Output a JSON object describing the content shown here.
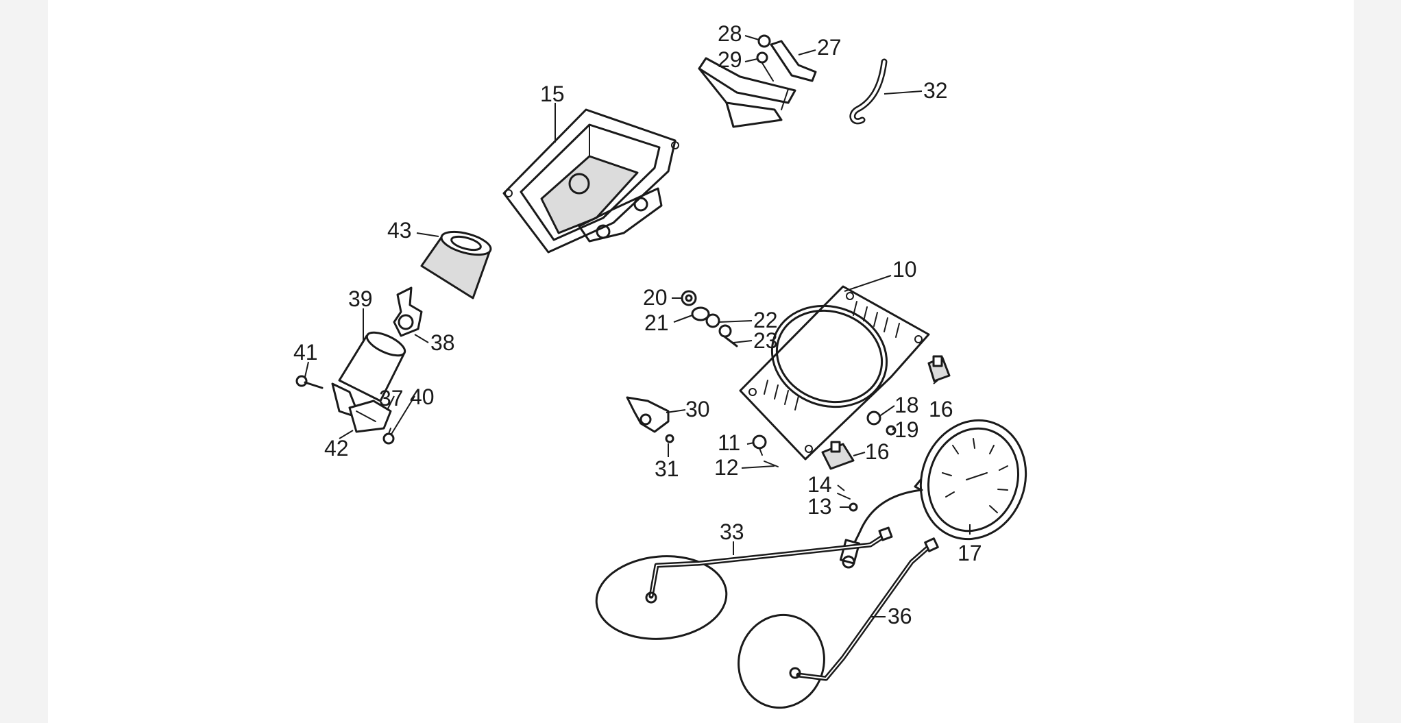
{
  "diagram": {
    "parts": [
      {
        "key": "p28",
        "number": "28"
      },
      {
        "key": "p27",
        "number": "27"
      },
      {
        "key": "p29",
        "number": "29"
      },
      {
        "key": "p32",
        "number": "32"
      },
      {
        "key": "p15",
        "number": "15"
      },
      {
        "key": "p43",
        "number": "43"
      },
      {
        "key": "p10",
        "number": "10"
      },
      {
        "key": "p39",
        "number": "39"
      },
      {
        "key": "p20",
        "number": "20"
      },
      {
        "key": "p22",
        "number": "22"
      },
      {
        "key": "p21",
        "number": "21"
      },
      {
        "key": "p38",
        "number": "38"
      },
      {
        "key": "p23",
        "number": "23"
      },
      {
        "key": "p41",
        "number": "41"
      },
      {
        "key": "p37",
        "number": "37"
      },
      {
        "key": "p40",
        "number": "40"
      },
      {
        "key": "p16a",
        "number": "16"
      },
      {
        "key": "p30",
        "number": "30"
      },
      {
        "key": "p18",
        "number": "18"
      },
      {
        "key": "p19",
        "number": "19"
      },
      {
        "key": "p42",
        "number": "42"
      },
      {
        "key": "p11",
        "number": "11"
      },
      {
        "key": "p16b",
        "number": "16"
      },
      {
        "key": "p31",
        "number": "31"
      },
      {
        "key": "p12",
        "number": "12"
      },
      {
        "key": "p14",
        "number": "14"
      },
      {
        "key": "p13",
        "number": "13"
      },
      {
        "key": "p33",
        "number": "33"
      },
      {
        "key": "p17",
        "number": "17"
      },
      {
        "key": "p36",
        "number": "36"
      }
    ]
  }
}
